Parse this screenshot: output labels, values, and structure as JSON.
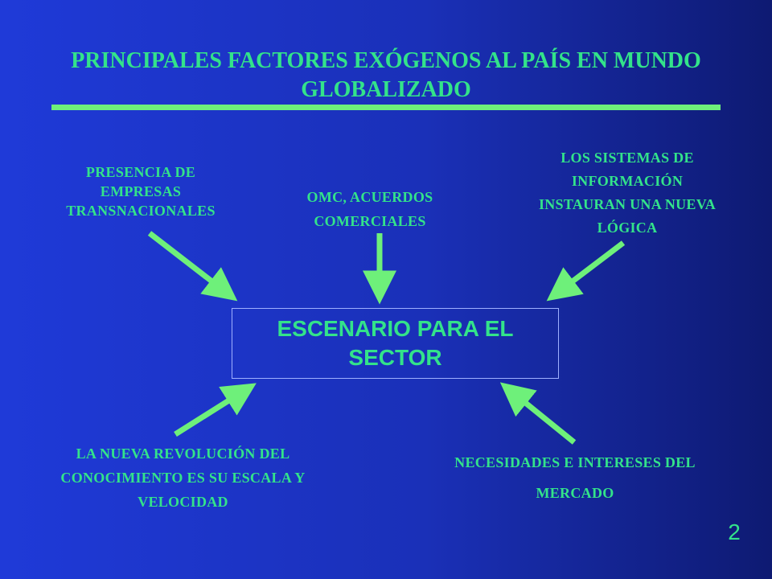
{
  "slide": {
    "title": "PRINCIPALES FACTORES EXÓGENOS AL PAÍS EN MUNDO GLOBALIZADO",
    "center": "ESCENARIO PARA EL SECTOR",
    "page_number": "2"
  },
  "factors": {
    "top_left": "PRESENCIA DE EMPRESAS TRANSNACIONALES",
    "top_center": "OMC, ACUERDOS COMERCIALES",
    "top_right": "LOS SISTEMAS DE INFORMACIÓN INSTAURAN UNA NUEVA LÓGICA",
    "bottom_left": "LA NUEVA REVOLUCIÓN DEL CONOCIMIENTO ES SU ESCALA Y VELOCIDAD",
    "bottom_right": "NECESIDADES E INTERESES DEL MERCADO"
  },
  "colors": {
    "text": "#33e38a",
    "arrow": "#6ef07a",
    "background_left": "#1f3ad8",
    "background_right": "#0e1a72"
  }
}
